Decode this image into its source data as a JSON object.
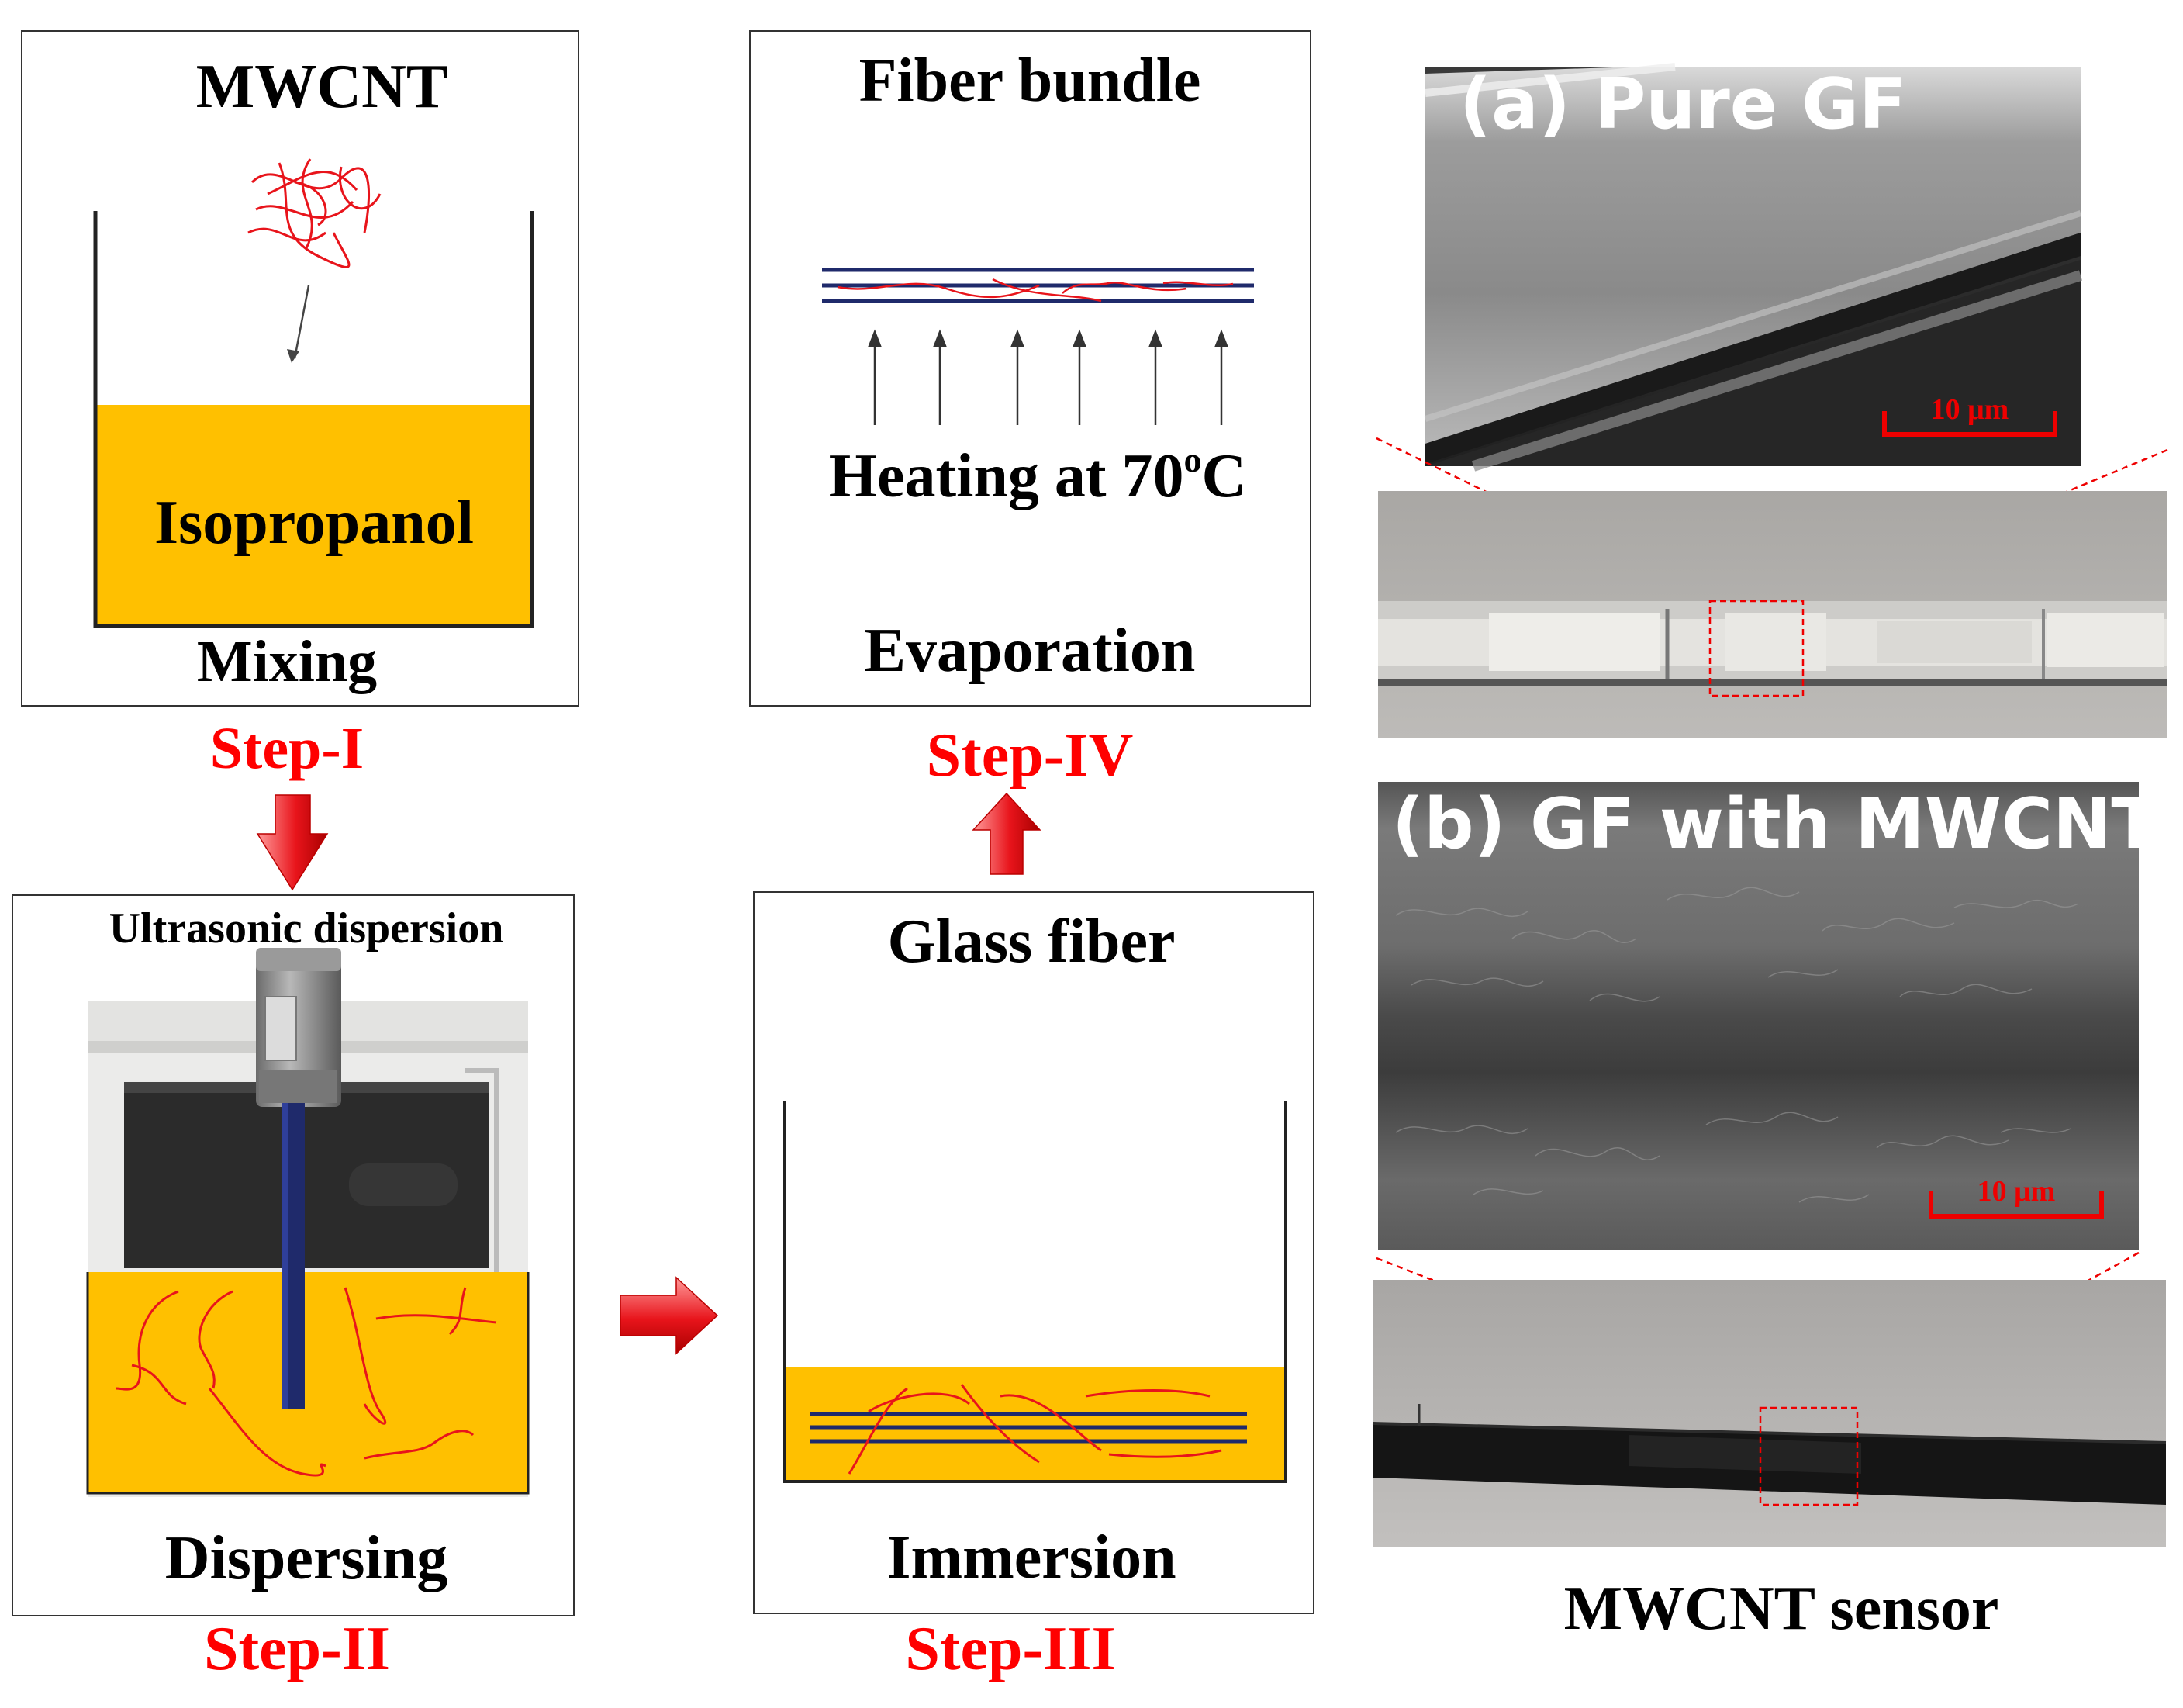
{
  "colors": {
    "solvent": "#FFC000",
    "cnt": "#E8141B",
    "fiber": "#1F2A6B",
    "step_label": "#FF0000",
    "arrow": "#E8141B"
  },
  "icons": {
    "flow_arrow": "red-gradient-block-arrow",
    "heat_arrow": "thin-up-arrow"
  },
  "step1": {
    "title": "MWCNT",
    "liquid": "Isopropanol",
    "caption": "Mixing",
    "step": "Step-I"
  },
  "step2": {
    "title": "Ultrasonic dispersion",
    "caption": "Dispersing",
    "step": "Step-II"
  },
  "step3": {
    "title": "Glass fiber",
    "caption": "Immersion",
    "step": "Step-III"
  },
  "step4": {
    "title": "Fiber bundle",
    "heat_prefix": "Heating at 70",
    "heat_sup": "o",
    "heat_unit": "C",
    "caption": "Evaporation",
    "step": "Step-IV"
  },
  "micrographs": {
    "a_label": "(a) Pure GF",
    "a_scale": "10 μm",
    "b_label": "(b) GF with MWCNT",
    "b_scale": "10 μm",
    "caption": "MWCNT sensor"
  }
}
